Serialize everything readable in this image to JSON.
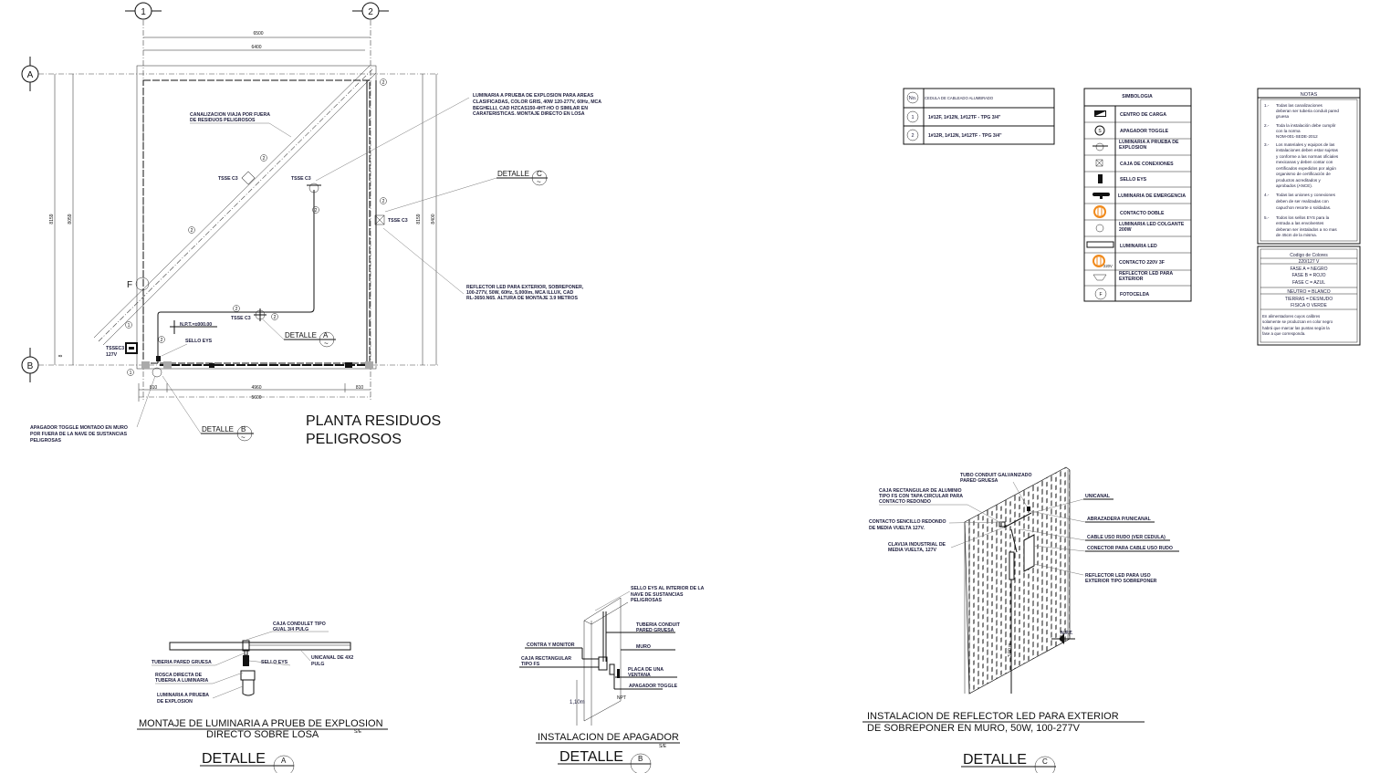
{
  "plan": {
    "title_line1": "PLANTA RESIDUOS",
    "title_line2": "PELIGROSOS",
    "grid": {
      "col1": "1",
      "col2": "2",
      "rowA": "A",
      "rowB": "B"
    },
    "dims": {
      "top_outer": "6500",
      "top_inner": "6400",
      "left_outer": "8159",
      "left_inner": "8059",
      "right_inner": "8159",
      "right_outer": "8400",
      "bottom_left": "810",
      "bottom_mid": "4960",
      "bottom_right": "810",
      "bottom_total": "5600",
      "small": "8"
    },
    "circuit_1": "1",
    "circuit_2": "2",
    "tsse": "TSSE C3",
    "tssec3": "TSSEC3",
    "v127": "127V",
    "fotocelda": "F",
    "npt": "N.P.T.=±000.00",
    "sello_eys": "SELLO EYS",
    "canalizacion": [
      "CANALIZACION VIAJA POR FUERA",
      "DE RESIDUOS PELIGROSOS"
    ],
    "luminaria_note": [
      "LUMINARIA A PRUEBA DE EXPLOSION PARA AREAS",
      "CLASIFICADAS, COLOR GRIS, 40W 120-277V, 60Hz, MCA",
      "BEGHELLI, CAD HZCAS150-4HT-HO  O SIMILAR EN",
      "CARATERISTICAS.  MONTAJE DIRECTO EN LOSA"
    ],
    "reflector_note": [
      "REFLECTOR LED PARA EXTERIOR, SOBREPONER,",
      "100-277V, 50W, 60Hz, 5,000lm, MCA ILLUX, CAD",
      "RL-3650.N65. ALTURA DE MONTAJE 3.9 METROS"
    ],
    "apagador_note": [
      "APAGADOR TOGGLE MONTADO EN MURO",
      "POR FUERA DE LA NAVE DE SUSTANCIAS",
      "PELIGROSAS"
    ],
    "detalle_word": "DETALLE",
    "detalle_a": "A",
    "detalle_b": "B",
    "detalle_c": "C",
    "tilde": "~"
  },
  "cedula": {
    "header_no": "No.",
    "header_title": "CEDULA DE CABLEADO ALUMBRADO",
    "rows": [
      {
        "no": "1",
        "text": "1#12F, 1#12N, 1#12TF - TPG 3/4\""
      },
      {
        "no": "2",
        "text": "1#12R, 1#12N, 1#12TF - TPG 3/4\""
      }
    ]
  },
  "simbologia": {
    "title": "SIMBOLOGIA",
    "items": [
      {
        "icon": "load-center-icon",
        "label": "CENTRO DE CARGA"
      },
      {
        "icon": "toggle-switch-icon",
        "label": "APAGADOR TOGGLE"
      },
      {
        "icon": "explosion-proof-luminaire-icon",
        "label": "LUMINARIA A PRUEBA DE EXPLOSION"
      },
      {
        "icon": "junction-box-icon",
        "label": "CAJA DE CONEXIONES"
      },
      {
        "icon": "eys-seal-icon",
        "label": "SELLO EYS"
      },
      {
        "icon": "emergency-light-icon",
        "label": "LUMINARIA DE EMERGENCIA"
      },
      {
        "icon": "double-outlet-icon",
        "label": "CONTACTO DOBLE"
      },
      {
        "icon": "pendant-led-icon",
        "label": "LUMINARIA LED COLGANTE 200W"
      },
      {
        "icon": "led-luminaire-icon",
        "label": "LUMINARIA LED"
      },
      {
        "icon": "outlet-220v-icon",
        "label": "CONTACTO 220V 3F"
      },
      {
        "icon": "led-reflector-icon",
        "label": "REFLECTOR LED PARA EXTERIOR"
      },
      {
        "icon": "photocell-icon",
        "label": "FOTOCELDA"
      }
    ],
    "v220": "220V",
    "f": "F",
    "outlet_color": "#f08a1c"
  },
  "notas": {
    "title": "NOTAS",
    "items": [
      {
        "num": "1.-",
        "lines": [
          "Todas las canalizaciones",
          "deberan ser tuberia conduit pared",
          "gruesa"
        ]
      },
      {
        "num": "2.-",
        "lines": [
          "Toda la instalación debe cumplir",
          "con la norma",
          "NOM-001-SEDE-2012"
        ]
      },
      {
        "num": "3.-",
        "lines": [
          "Los materiales y equipos de las",
          "instalaciones deben estar sujetas",
          "y conforme a las normas oficiales",
          "mexicanas y deben contar con",
          "certificados expedidos por algún",
          "organismo de certificación de",
          "productos acreditados y",
          "aprobados (ANCE)."
        ]
      },
      {
        "num": "4.-",
        "lines": [
          "Todas las uniones y conexiones",
          "deben de ser realizadas con",
          "capuchon resorte o soldadas."
        ]
      },
      {
        "num": "5.-",
        "lines": [
          "Todos los sellos EYS para la",
          "entrada a las envolventes",
          "deberan ser instalados a no mas",
          "de 45cm de la misma."
        ]
      }
    ]
  },
  "colores": {
    "title": "Codigo de Colores",
    "voltage": "220/127 V",
    "fases": [
      "FASE A = NEGRO",
      "FASE B = ROJO",
      "FASE C = AZUL"
    ],
    "neutro": "NEUTRO = BLANCO",
    "tierras": [
      "TIERRAS = DESNUDO",
      "FISICA    O VERDE"
    ],
    "note": [
      "En alimentadores cuyos calibres",
      "solamente se produzcan en color negro",
      "habrá que marcar las puntas según la",
      "fase a que corresponda."
    ]
  },
  "detalle_a": {
    "labels": {
      "condulet": [
        "CAJA CONDULET TIPO",
        "GUAL  3/4 PULG"
      ],
      "tuberia": "TUBERIA PARED GRUESA",
      "sello": "SELLO EYS",
      "unicanal": [
        "UNICANAL DE 4X2",
        "PULG"
      ],
      "rosca": [
        "ROSCA DIRECTA DE",
        "TUBERIA A LUMINARIA"
      ],
      "luminaria": [
        "LUMINARIA A PRUEBA",
        "DE EXPLOSION"
      ]
    },
    "title_line1": "MONTAJE DE LUMINARIA A PRUEB DE EXPLOSION",
    "title_line2": "DIRECTO SOBRE LOSA",
    "scale": "S/E",
    "detalle_word": "DETALLE",
    "letter": "A"
  },
  "detalle_b": {
    "labels": {
      "sello": [
        "SELLO EYS AL INTERIOR DE LA",
        "NAVE  DE SUSTANCIAS",
        "PELIGROSAS"
      ],
      "tuberia": [
        "TUBERIA CONDUIT",
        "PARED GRUESA"
      ],
      "contra": "CONTRA Y MONITOR",
      "muro": "MURO",
      "caja": [
        "CAJA RECTANGULAR",
        "TIPO FS"
      ],
      "placa": [
        "PLACA DE UNA",
        "VENTANA"
      ],
      "apagador": "APAGADOR  TOGGLE",
      "altura": "1,10m",
      "npt": "NPT"
    },
    "title": "INSTALACION DE APAGADOR",
    "scale": "S/E",
    "detalle_word": "DETALLE",
    "letter": "B"
  },
  "detalle_c": {
    "labels": {
      "tubo": [
        "TUBO CONDUIT GALVANIZADO",
        "PARED GRUESA"
      ],
      "caja": [
        "CAJA RECTANGULAR DE ALUMINIO",
        "TIPO FS CON TAPA CIRCULAR PARA",
        "CONTACTO REDONDO"
      ],
      "unicanal": "UNICANAL",
      "contacto": [
        "CONTACTO SENCILLO REDONDO",
        "DE MEDIA VUELTA 127V."
      ],
      "abrazadera": "ABRAZADERA P/UNICANAL",
      "cable": "CABLE USO RUDO (VER CEDULA)",
      "clavija": [
        "CLAVIJA INDUSTRIAL DE",
        "MEDIA VUELTA, 127V"
      ],
      "conector": "CONECTOR PARA CABLE USO RUDO",
      "reflector": [
        "REFLECTOR LED PARA USO",
        "EXTERIOR TIPO SOBREPONER"
      ],
      "npt": "N.P.T.",
      "altura": "3.90 m"
    },
    "title_line1": "INSTALACION DE REFLECTOR LED PARA EXTERIOR",
    "title_line2": "DE SOBREPONER EN MURO, 50W, 100-277V",
    "detalle_word": "DETALLE",
    "letter": "C"
  }
}
